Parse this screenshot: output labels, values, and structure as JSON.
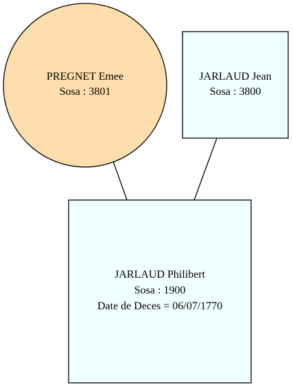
{
  "persons": {
    "mother": {
      "name": "PREGNET Emee",
      "sosa": "Sosa : 3801",
      "shape": "ellipse",
      "fill": "#ffdead"
    },
    "father": {
      "name": "JARLAUD Jean",
      "sosa": "Sosa : 3800",
      "shape": "box",
      "fill": "#f0ffff"
    },
    "child": {
      "name": "JARLAUD Philibert",
      "sosa": "Sosa : 1900",
      "death": "Date de Deces = 06/07/1770",
      "shape": "box",
      "fill": "#f0ffff"
    }
  },
  "links": [
    {
      "from": "mother",
      "to": "child"
    },
    {
      "from": "father",
      "to": "child"
    }
  ],
  "colors": {
    "stroke": "#000000",
    "background": "#ffffff"
  }
}
